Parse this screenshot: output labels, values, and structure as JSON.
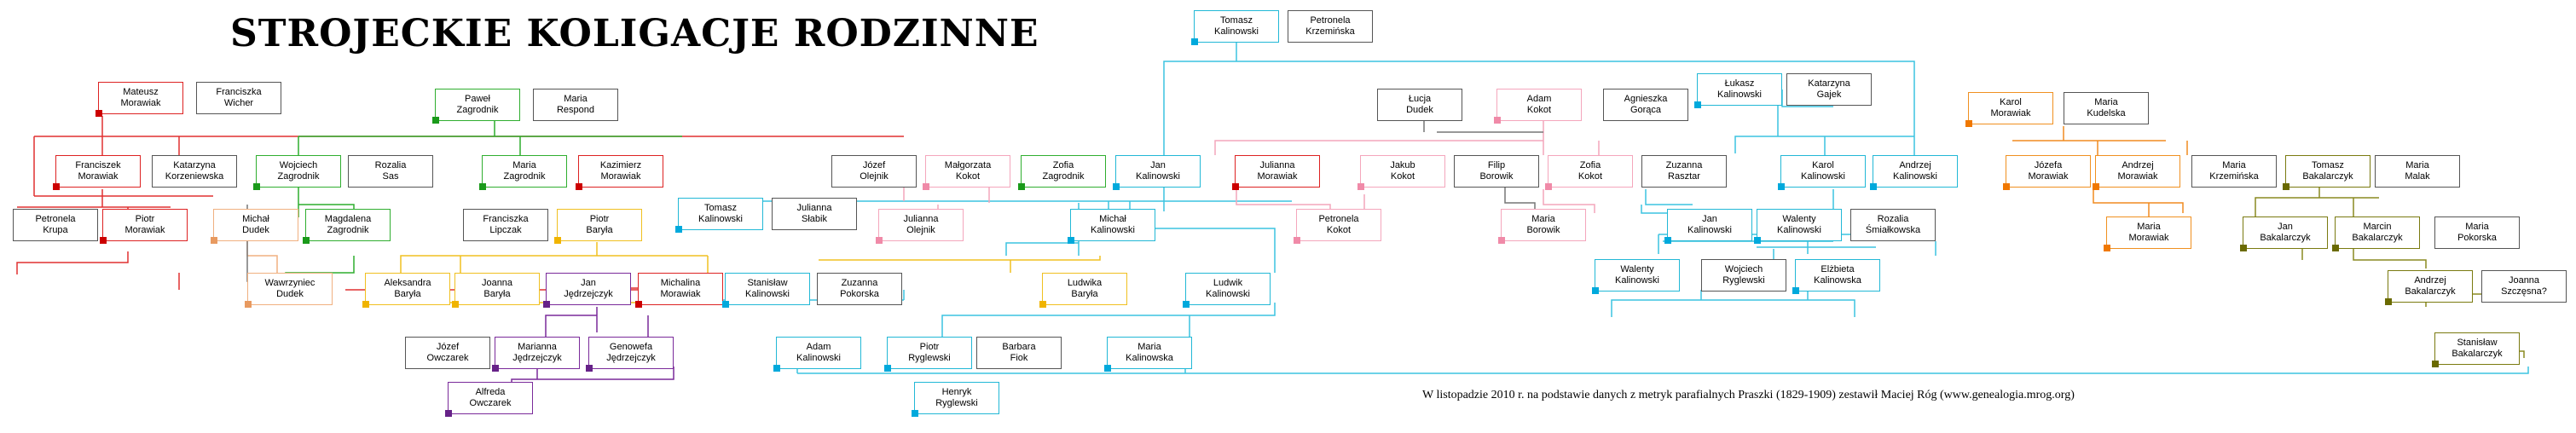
{
  "title": "STROJECKIE KOLIGACJE RODZINNE",
  "caption": "W listopadzie 2010 r. na podstawie danych z metryk parafialnych Praszki (1829-1909) zestawił Maciej Róg (www.genealogia.mrog.org)",
  "persons": [
    {
      "name": "Tomasz\nKalinowski",
      "family": "tk"
    },
    {
      "name": "Petronela\nKrzemińska",
      "family": "plain"
    },
    {
      "name": "Łukasz\nKalinowski",
      "family": "tk"
    },
    {
      "name": "Katarzyna\nGajek",
      "family": "plain"
    },
    {
      "name": "Łucja\nDudek",
      "family": "plain"
    },
    {
      "name": "Adam\nKokot",
      "family": "ko"
    },
    {
      "name": "Agnieszka\nGorąca",
      "family": "plain"
    },
    {
      "name": "Mateusz\nMorawiak",
      "family": "mo"
    },
    {
      "name": "Franciszka\nWicher",
      "family": "plain"
    },
    {
      "name": "Paweł\nZagrodnik",
      "family": "za"
    },
    {
      "name": "Maria\nRespond",
      "family": "plain"
    },
    {
      "name": "Karol\nMorawiak",
      "family": "om"
    },
    {
      "name": "Maria\nKudelska",
      "family": "plain"
    },
    {
      "name": "Franciszek\nMorawiak",
      "family": "mo"
    },
    {
      "name": "Katarzyna\nKorzeniewska",
      "family": "plain"
    },
    {
      "name": "Wojciech\nZagrodnik",
      "family": "za"
    },
    {
      "name": "Rozalia\nSas",
      "family": "plain"
    },
    {
      "name": "Maria\nZagrodnik",
      "family": "za"
    },
    {
      "name": "Kazimierz\nMorawiak",
      "family": "mo"
    },
    {
      "name": "Józef\nOlejnik",
      "family": "plain"
    },
    {
      "name": "Małgorzata\nKokot",
      "family": "ko"
    },
    {
      "name": "Zofia\nZagrodnik",
      "family": "za"
    },
    {
      "name": "Jan\nKalinowski",
      "family": "tk"
    },
    {
      "name": "Julianna\nMorawiak",
      "family": "mo"
    },
    {
      "name": "Jakub\nKokot",
      "family": "ko"
    },
    {
      "name": "Filip\nBorowik",
      "family": "plain"
    },
    {
      "name": "Zofia\nKokot",
      "family": "ko"
    },
    {
      "name": "Zuzanna\nRasztar",
      "family": "plain"
    },
    {
      "name": "Karol\nKalinowski",
      "family": "tk"
    },
    {
      "name": "Andrzej\nKalinowski",
      "family": "tk"
    },
    {
      "name": "Józefa\nMorawiak",
      "family": "om"
    },
    {
      "name": "Andrzej\nMorawiak",
      "family": "om"
    },
    {
      "name": "Maria\nKrzemińska",
      "family": "plain"
    },
    {
      "name": "Tomasz\nBakalarczyk",
      "family": "bk"
    },
    {
      "name": "Maria\nMalak",
      "family": "plain"
    },
    {
      "name": "Petronela\nKrupa",
      "family": "plain"
    },
    {
      "name": "Piotr\nMorawiak",
      "family": "mo"
    },
    {
      "name": "Michał\nDudek",
      "family": "dud"
    },
    {
      "name": "Magdalena\nZagrodnik",
      "family": "za"
    },
    {
      "name": "Franciszka\nLipczak",
      "family": "plain"
    },
    {
      "name": "Piotr\nBaryła",
      "family": "ba"
    },
    {
      "name": "Tomasz\nKalinowski",
      "family": "tk"
    },
    {
      "name": "Julianna\nSłabik",
      "family": "plain"
    },
    {
      "name": "Julianna\nOlejnik",
      "family": "ko"
    },
    {
      "name": "Michał\nKalinowski",
      "family": "tk"
    },
    {
      "name": "Petronela\nKokot",
      "family": "ko"
    },
    {
      "name": "Maria\nBorowik",
      "family": "ko"
    },
    {
      "name": "Jan\nKalinowski",
      "family": "tk"
    },
    {
      "name": "Walenty\nKalinowski",
      "family": "tk"
    },
    {
      "name": "Rozalia\nŚmiałkowska",
      "family": "plain"
    },
    {
      "name": "Maria\nMorawiak",
      "family": "om"
    },
    {
      "name": "Jan\nBakalarczyk",
      "family": "bk"
    },
    {
      "name": "Marcin\nBakalarczyk",
      "family": "bk"
    },
    {
      "name": "Maria\nPokorska",
      "family": "plain"
    },
    {
      "name": "Wawrzyniec\nDudek",
      "family": "dud"
    },
    {
      "name": "Aleksandra\nBaryła",
      "family": "ba"
    },
    {
      "name": "Joanna\nBaryła",
      "family": "ba"
    },
    {
      "name": "Jan\nJędrzejczyk",
      "family": "je"
    },
    {
      "name": "Michalina\nMorawiak",
      "family": "mo"
    },
    {
      "name": "Stanisław\nKalinowski",
      "family": "tk"
    },
    {
      "name": "Zuzanna\nPokorska",
      "family": "plain"
    },
    {
      "name": "Ludwika\nBaryła",
      "family": "ba"
    },
    {
      "name": "Ludwik\nKalinowski",
      "family": "tk"
    },
    {
      "name": "Walenty\nKalinowski",
      "family": "tk"
    },
    {
      "name": "Wojciech\nRyglewski",
      "family": "plain"
    },
    {
      "name": "Elżbieta\nKalinowska",
      "family": "tk"
    },
    {
      "name": "Andrzej\nBakalarczyk",
      "family": "bk"
    },
    {
      "name": "Joanna\nSzczęsna?",
      "family": "plain"
    },
    {
      "name": "Józef\nOwczarek",
      "family": "plain"
    },
    {
      "name": "Marianna\nJędrzejczyk",
      "family": "je"
    },
    {
      "name": "Genowefa\nJędrzejczyk",
      "family": "je"
    },
    {
      "name": "Adam\nKalinowski",
      "family": "tk"
    },
    {
      "name": "Piotr\nRyglewski",
      "family": "tk"
    },
    {
      "name": "Barbara\nFiok",
      "family": "plain"
    },
    {
      "name": "Maria\nKalinowska",
      "family": "tk"
    },
    {
      "name": "Stanisław\nBakalarczyk",
      "family": "bk"
    },
    {
      "name": "Alfreda\nOwczarek",
      "family": "je"
    },
    {
      "name": "Henryk\nRyglewski",
      "family": "tk"
    }
  ]
}
